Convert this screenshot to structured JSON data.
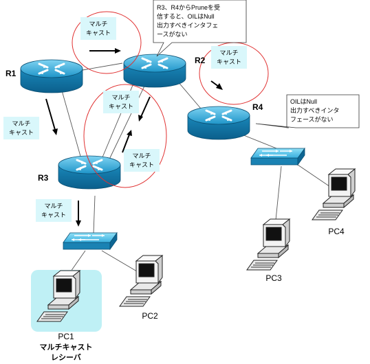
{
  "routers": {
    "r1": "R1",
    "r2": "R2",
    "r3": "R3",
    "r4": "R4"
  },
  "hosts": {
    "pc1": "PC1",
    "pc1_role_line1": "マルチキャスト",
    "pc1_role_line2": "レシーバ",
    "pc2": "PC2",
    "pc3": "PC3",
    "pc4": "PC4"
  },
  "multicast_tags": [
    {
      "line1": "マルチ",
      "line2": "キャスト"
    },
    {
      "line1": "マルチ",
      "line2": "キャスト"
    },
    {
      "line1": "マルチ",
      "line2": "キャスト"
    },
    {
      "line1": "マルチ",
      "line2": "キャスト"
    },
    {
      "line1": "マルチ",
      "line2": "キャスト"
    },
    {
      "line1": "マルチ",
      "line2": "キャスト"
    }
  ],
  "callouts": {
    "r2_note": [
      "R3、R4からPruneを受",
      "信すると、OILはNull",
      "出力すべきインタフェ",
      "ースがない"
    ],
    "r4_note": [
      "OILはNull",
      "出力すべきインタ",
      "フェースがない"
    ]
  },
  "colors": {
    "router_blue": "#1c8fc4",
    "router_top": "#5cc2ea",
    "tag_bg": "#d9f7fb",
    "highlight_circle": "#e03030",
    "pc1_highlight": "#bff0f5"
  }
}
